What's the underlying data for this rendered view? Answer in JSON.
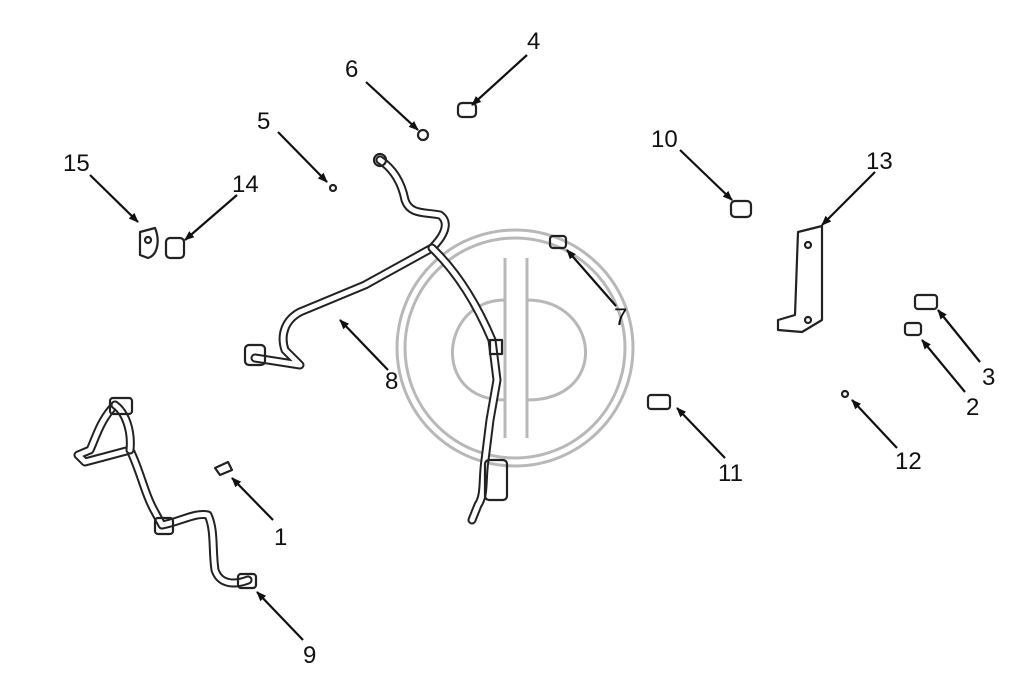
{
  "callouts": [
    {
      "id": "1",
      "label": "1"
    },
    {
      "id": "2",
      "label": "2"
    },
    {
      "id": "3",
      "label": "3"
    },
    {
      "id": "4",
      "label": "4"
    },
    {
      "id": "5",
      "label": "5"
    },
    {
      "id": "6",
      "label": "6"
    },
    {
      "id": "7",
      "label": "7"
    },
    {
      "id": "8",
      "label": "8"
    },
    {
      "id": "9",
      "label": "9"
    },
    {
      "id": "10",
      "label": "10"
    },
    {
      "id": "11",
      "label": "11"
    },
    {
      "id": "12",
      "label": "12"
    },
    {
      "id": "13",
      "label": "13"
    },
    {
      "id": "14",
      "label": "14"
    },
    {
      "id": "15",
      "label": "15"
    }
  ],
  "colors": {
    "line": "#222222",
    "watermark": "#b8b8b8",
    "background": "#ffffff"
  }
}
